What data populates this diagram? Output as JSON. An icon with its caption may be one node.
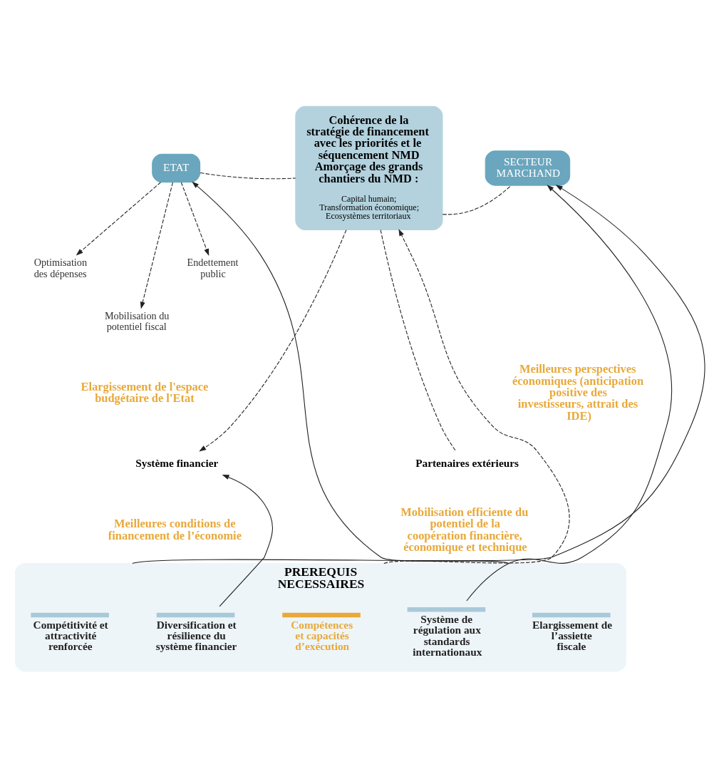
{
  "diagram": {
    "nodes": [
      {
        "text": [
          "ETAT"
        ]
      },
      {
        "text": [
          "Cohérence de la stratégie de financement avec les priorités et le séquencement NMD Amorçage des grands chantiers du NMD :",
          "Capital humain; Transformation économique; Ecosystèmes territoriaux"
        ]
      },
      {
        "text": [
          "SECTEUR MARCHAND"
        ]
      },
      {
        "text": [
          "Optimisation des dépenses"
        ]
      },
      {
        "text": [
          "Mobilisation du potentiel fiscal"
        ]
      },
      {
        "text": [
          "Endettement public"
        ]
      },
      {
        "text": [
          "Système financier"
        ]
      },
      {
        "text": [
          "Partenaires extérieurs"
        ]
      },
      {
        "text": [
          "PREREQUIS NECESSAIRES"
        ]
      },
      {
        "text": [
          "Elargissement de l’assiette fiscale"
        ],
        "in": 8
      },
      {
        "text": [
          "Diversification et résilience du système financier"
        ],
        "in": 8
      },
      {
        "text": [
          "Compétences et capacités d’exécution"
        ],
        "in": 8
      },
      {
        "text": [
          "Système de régulation aux standards internationaux"
        ],
        "in": 8
      },
      {
        "text": [
          "Compétitivité et attractivité renforcée"
        ],
        "in": 8
      }
    ],
    "edges": [
      {
        "from": 0,
        "to": 1,
        "arrow": "none",
        "style": "dashed"
      },
      {
        "from": 1,
        "to": 2,
        "arrow": "none",
        "style": "dashed"
      },
      {
        "from": 0,
        "to": 3,
        "arrow": "to",
        "style": "dashed"
      },
      {
        "from": 0,
        "to": 4,
        "arrow": "to",
        "style": "dashed"
      },
      {
        "from": 0,
        "to": 5,
        "arrow": "to",
        "style": "dashed"
      },
      {
        "from": 1,
        "to": 6,
        "arrow": "to",
        "style": "dashed"
      },
      {
        "from": 1,
        "to": 7,
        "arrow": "none",
        "style": "dashed"
      },
      {
        "from": 8,
        "to": 1,
        "arrow": "to",
        "style": "dashed"
      },
      {
        "from": 8,
        "to": 0,
        "arrow": "to"
      },
      {
        "from": 10,
        "to": 6,
        "arrow": "to"
      },
      {
        "from": 12,
        "to": 2,
        "arrow": "to"
      },
      {
        "from": 8,
        "to": 2,
        "arrow": "to"
      }
    ],
    "labels": [
      "Meilleures perspectives économiques (anticipation positive des investisseurs, attrait des IDE)",
      "Elargissement de l'espace budgétaire de l'Etat",
      "Meilleures conditions de financement de l’économie",
      "Mobilisation efficiente du potentiel de la coopération financière, économique et technique"
    ]
  }
}
